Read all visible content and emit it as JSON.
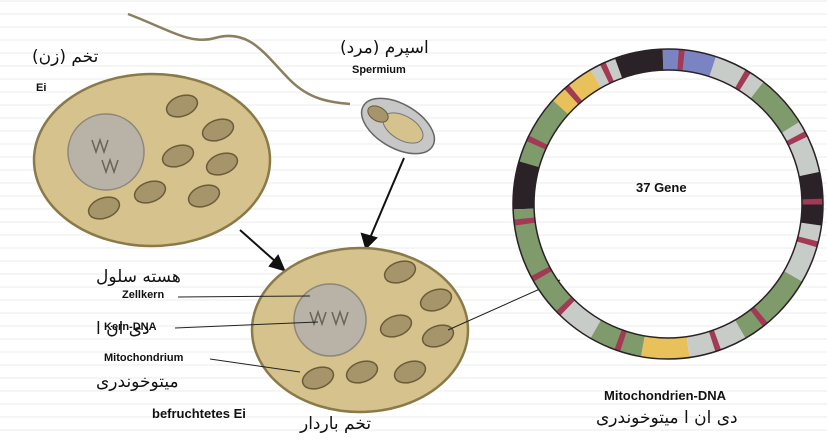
{
  "labels": {
    "egg_fa": "تخم (زن)",
    "egg_de": "Ei",
    "sperm_fa": "اسپرم (مرد)",
    "sperm_de": "Spermium",
    "nucleus_fa": "هسته سلول",
    "nucleus_de": "Zellkern",
    "dna_fa": "دی ان ا",
    "dna_de": "Kern-DNA",
    "mito_de": "Mitochondrium",
    "mito_fa": "میتوخوندری",
    "fert_de": "befruchtetes Ei",
    "fert_fa": "تخم باردار",
    "ring_center": "37 Gene",
    "mtdna_de": "Mitochondrien-DNA",
    "mtdna_fa": "دی ان ا میتوخوندری"
  },
  "colors": {
    "cell_fill": "#d6c28c",
    "cell_stroke": "#8a7a4a",
    "nucleus_fill": "#b9b2a6",
    "ring_green": "#7f9a6b",
    "ring_gray": "#c8ccc8",
    "ring_yellow": "#e8c15a",
    "ring_blue": "#7b84c2",
    "ring_red": "#a33a55",
    "ring_dark": "#2a2226"
  }
}
